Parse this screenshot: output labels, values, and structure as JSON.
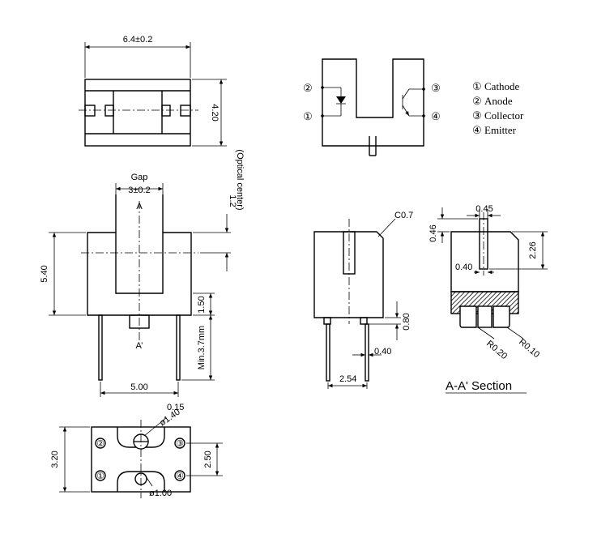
{
  "top_view": {
    "width_dim": "6.4±0.2",
    "height_dim": "4.20"
  },
  "front_view": {
    "gap_label": "Gap",
    "gap_dim": "3±0.2",
    "section_top": "A",
    "section_bottom": "A’",
    "optical_center_dim": "1.2",
    "optical_center_label": "(Optical center)",
    "height_dim": "5.40",
    "base_dim": "1.50",
    "lead_dim": "Min.3.7mm",
    "pitch_dim": "5.00"
  },
  "schematic": {
    "pin_numbers": [
      "②",
      "①",
      "③",
      "④"
    ]
  },
  "pin_legend": [
    {
      "num": "①",
      "name": "Cathode"
    },
    {
      "num": "②",
      "name": "Anode"
    },
    {
      "num": "③",
      "name": "Collector"
    },
    {
      "num": "④",
      "name": "Emitter"
    }
  ],
  "side_view": {
    "chamfer": "C0.7",
    "lead_offset": "0.80",
    "lead_width": "0.40",
    "pitch": "2.54"
  },
  "section_view": {
    "dim_045": "0.45",
    "dim_046": "0.46",
    "dim_226": "2.26",
    "dim_040": "0.40",
    "r020": "R0.20",
    "r010": "R0.10",
    "title": "A-A' Section"
  },
  "bottom_view": {
    "dim_015": "0.15",
    "dim_d140": "ø1.40",
    "dim_d100": "ø1.00",
    "height_dim": "3.20",
    "spacing_dim": "2.50",
    "pins": [
      "②",
      "③",
      "①",
      "④"
    ]
  }
}
